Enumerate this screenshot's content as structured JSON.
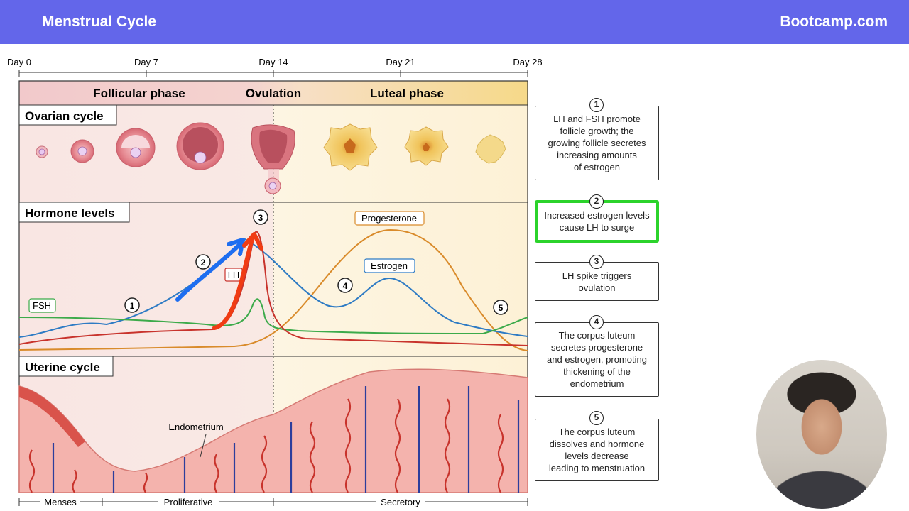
{
  "header": {
    "title": "Menstrual Cycle",
    "brand": "Bootcamp.com"
  },
  "timeline": [
    "Day 0",
    "Day 7",
    "Day 14",
    "Day 21",
    "Day 28"
  ],
  "phases": {
    "follicular": "Follicular phase",
    "ovulation": "Ovulation",
    "luteal": "Luteal phase"
  },
  "sections": {
    "ovarian": "Ovarian cycle",
    "hormone": "Hormone levels",
    "uterine": "Uterine cycle"
  },
  "hormones": {
    "fsh": "FSH",
    "lh": "LH",
    "progesterone": "Progesterone",
    "estrogen": "Estrogen"
  },
  "markers": [
    "1",
    "2",
    "3",
    "4",
    "5"
  ],
  "uterine_label": "Endometrium",
  "bottom_phases": {
    "menses": "Menses",
    "proliferative": "Proliferative",
    "secretory": "Secretory"
  },
  "cards": [
    {
      "num": "1",
      "text": "LH and FSH promote\nfollicle growth; the\ngrowing follicle secretes\nincreasing amounts\nof estrogen"
    },
    {
      "num": "2",
      "text": "Increased estrogen levels\ncause LH to surge"
    },
    {
      "num": "3",
      "text": "LH spike triggers\novulation"
    },
    {
      "num": "4",
      "text": "The corpus luteum\nsecretes progesterone\nand estrogen, promoting\nthickening of the\nendometrium"
    },
    {
      "num": "5",
      "text": "The corpus luteum\ndissolves and hormone\nlevels decrease\nleading to menstruation"
    }
  ],
  "colors": {
    "header": "#6366ea",
    "fsh": "#3caa4a",
    "lh": "#c8332c",
    "progesterone": "#d98b2b",
    "estrogen": "#2e7bc4",
    "highlight": "#2bd32b",
    "annotation_red": "#f03c14",
    "annotation_blue": "#1e6ef0"
  }
}
